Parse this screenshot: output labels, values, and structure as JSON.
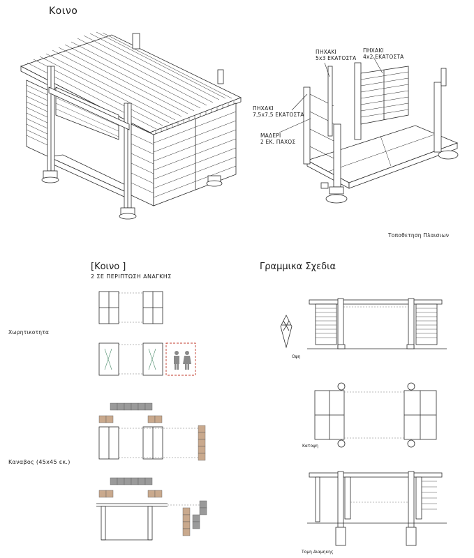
{
  "header": {
    "title": "Κοινο"
  },
  "axonometric_labels": {
    "piece_5x3": [
      "ΠΗΧΑΚΙ",
      "5x3 ΕΚΑΤΟΣΤΑ"
    ],
    "piece_4x2": [
      "ΠΗΧΑΚΙ",
      "4x2 ΕΚΑΤΟΣΤΑ"
    ],
    "piece_75x75": [
      "ΠΗΧΑΚΙ",
      "7,5x7,5 ΕΚΑΤΟΣΤΑ"
    ],
    "board": [
      "ΜΑΔΕΡΙ",
      "2 ΕΚ. ΠΑΧΟΣ"
    ],
    "caption": "Τοποθετηση Πλαισιων"
  },
  "koino_section": {
    "title": "[Κοινο ]",
    "subtitle": "2 σε περιπτωση αναγκης",
    "capacity_label": "Χωρητικοτητα",
    "grid_label": "Καναβος (45x45 εκ.)"
  },
  "drawings_section": {
    "title": "Γραμμικα Σχεδια",
    "elevation_caption": "Οψη",
    "plan_caption": "Κατοψη",
    "section_caption": "Τομη Διαμηκης"
  },
  "colors": {
    "line": "#2a2a2a",
    "grid_gray": "#9a9a9a",
    "grid_wood": "#c9a98d",
    "toilet_dash": "#c0392b",
    "toilet_icon": "#8a8a8a"
  },
  "icons": [
    "male-toilet-icon",
    "female-toilet-icon",
    "north-arrow-icon"
  ]
}
